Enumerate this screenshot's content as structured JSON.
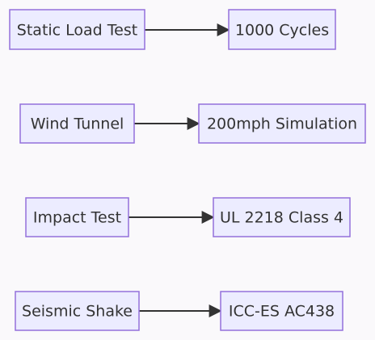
{
  "flows": [
    {
      "source": "Static Load Test",
      "target": "1000 Cycles"
    },
    {
      "source": "Wind Tunnel",
      "target": "200mph Simulation"
    },
    {
      "source": "Impact Test",
      "target": "UL 2218 Class 4"
    },
    {
      "source": "Seismic Shake",
      "target": "ICC-ES AC438"
    }
  ],
  "colors": {
    "node_fill": "#ececff",
    "node_stroke": "#9370db",
    "edge": "#333333",
    "text": "#333333",
    "background": "#faf9fb"
  }
}
